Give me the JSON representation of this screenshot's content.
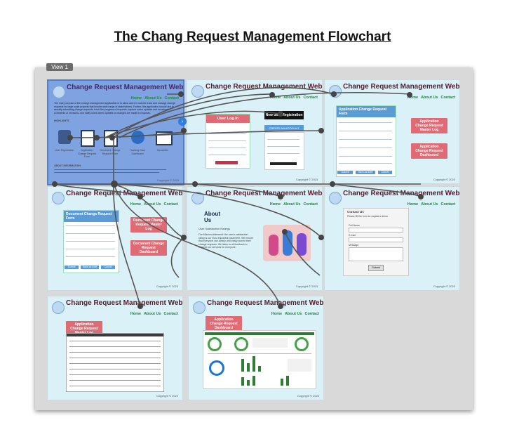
{
  "title": "The Chang Request Management Flowchart",
  "view_tab": "View 1",
  "site_title": "Change Request Management Website",
  "nav": {
    "home": "Home",
    "about": "About Us",
    "contact": "Contact"
  },
  "copyright": "Copyright © 2023",
  "frame1": {
    "intro": "The main purpose of the change management application is to allow users to submit, track and manage change requests for large scale projects that involve wide range of stakeholders. Further, this application should aim to simplify submitting change requests, track the progress of requests, capture notes updates and broadcast comments or revisions, and notify users when updates or changes are made to requests.",
    "subhead": "HIGHLIGHTS",
    "icons": [
      "User Registration",
      "Application Change Request Form",
      "Document Change Request Form",
      "Tracking Case Dashboard",
      "Newsletter"
    ],
    "about_head": "ABOUT INFORMATION"
  },
  "frame2": {
    "login_label": "User Log In",
    "register_label": "New user Registration",
    "create_label": "CREATE AN ACCOUNT"
  },
  "frame3": {
    "form_title": "Application Change Request Form",
    "btn_log": "Application Change Request Master Log",
    "btn_dash": "Application Change Request Dashboard",
    "submit": "Submit",
    "draft": "Save as draft",
    "cancel": "Cancel"
  },
  "frame4": {
    "form_title": "Document Change Request Form",
    "btn_log": "Document Change Request Master Log",
    "btn_dash": "Document Change Request Dashboard",
    "submit": "Submit",
    "draft": "Save as draft",
    "cancel": "Cancel"
  },
  "frame5": {
    "about_title": "About Us",
    "about_sub": "User Satisfaction Ratings",
    "about_text": "Our Mission statement: the user's satisfaction rating is our most important parameter. We ensure that everyone can clearly and easily submit their change requests. We listen to all feedback to improve our services for everyone."
  },
  "frame6": {
    "contact_title": "Contact Us",
    "contact_sub": "Please fill the form to request a demo",
    "full_name": "Full Name",
    "email": "E-mail",
    "message": "Message",
    "submit": "Submit"
  },
  "frame7": {
    "btn_log": "Application Change Request Master Log"
  },
  "frame8": {
    "btn_dash": "Application Change Request Dashboard"
  },
  "colors": {
    "frame_bg": "#daf1f8",
    "selected_bg": "#7fa3e0",
    "title_color": "#5a1a2a",
    "nav_color": "#1b8a3a",
    "button_red": "#e06b75",
    "connector": "#555555"
  }
}
